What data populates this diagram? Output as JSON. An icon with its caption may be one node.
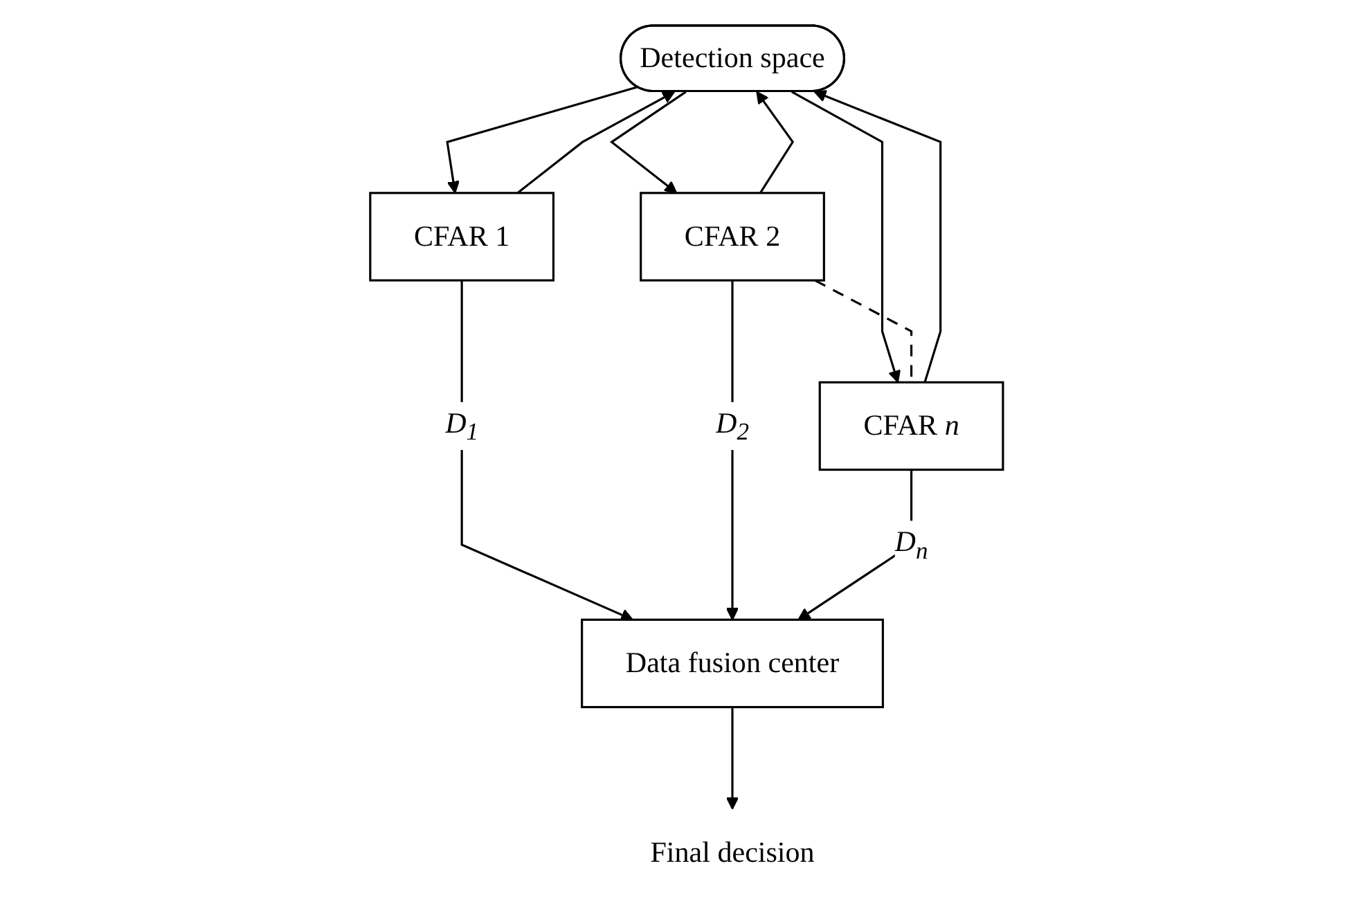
{
  "diagram": {
    "nodes": [
      {
        "text": [
          "Detection space"
        ]
      },
      {
        "text": [
          "CFAR 1"
        ]
      },
      {
        "text": [
          "CFAR 2"
        ]
      },
      {
        "text": [
          "CFAR *n*"
        ]
      },
      {
        "text": [
          "Data fusion center"
        ]
      },
      {
        "text": [
          "Final decision"
        ]
      }
    ],
    "edges": [
      {
        "from": 1,
        "to": 0,
        "arrow": "to"
      },
      {
        "from": 0,
        "to": 1,
        "arrow": "to"
      },
      {
        "from": 2,
        "to": 0,
        "arrow": "to"
      },
      {
        "from": 0,
        "to": 2,
        "arrow": "to"
      },
      {
        "from": 3,
        "to": 0,
        "arrow": "to"
      },
      {
        "from": 0,
        "to": 3,
        "arrow": "to"
      },
      {
        "from": 2,
        "to": 3,
        "arrow": "none",
        "style": "dashed"
      },
      {
        "from": 1,
        "to": 4,
        "arrow": "to",
        "label": "*D$_{1}$*"
      },
      {
        "from": 2,
        "to": 4,
        "arrow": "to",
        "label": "*D$_{2}$*"
      },
      {
        "from": 3,
        "to": 4,
        "arrow": "to",
        "label": "*D$_{n}$*"
      },
      {
        "from": 4,
        "to": 5,
        "arrow": "to"
      }
    ]
  }
}
